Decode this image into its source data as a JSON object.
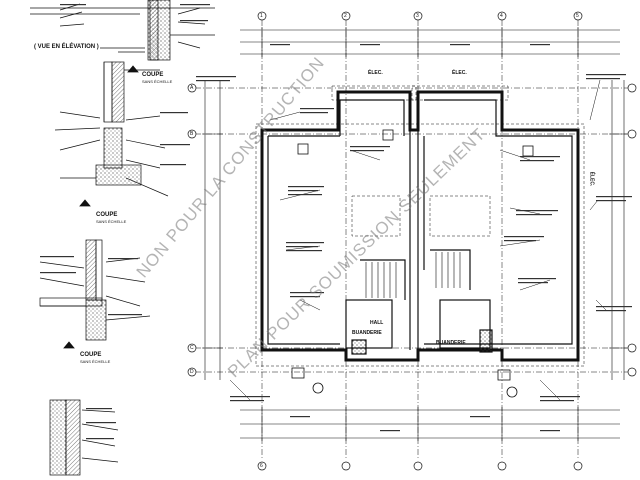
{
  "details": {
    "elevation_view": "( VUE EN ÉLÉVATION )",
    "section_1_title": "COUPE",
    "section_1_sub": "SANS ÉCHELLE",
    "section_2_title": "COUPE",
    "section_2_sub": "SANS ÉCHELLE",
    "section_3_title": "COUPE",
    "section_3_sub": "SANS ÉCHELLE"
  },
  "plan": {
    "room_left": "BUANDERIE",
    "room_right": "BUANDERIE",
    "hall": "HALL",
    "top_label_left": "ÉLEC.",
    "top_label_right": "ÉLEC.",
    "side_label_right": "ÉLEC."
  },
  "grid_bubbles": [
    "A",
    "B",
    "C",
    "D",
    "1",
    "2",
    "3",
    "4",
    "5",
    "6"
  ],
  "watermarks": {
    "first": "NON POUR LA CONSTRUCTION",
    "second": "PLAN POUR SOUMISSION SEULEMENT"
  },
  "colors": {
    "ink": "#111111",
    "watermark": "#777777",
    "hatch": "#555555"
  }
}
